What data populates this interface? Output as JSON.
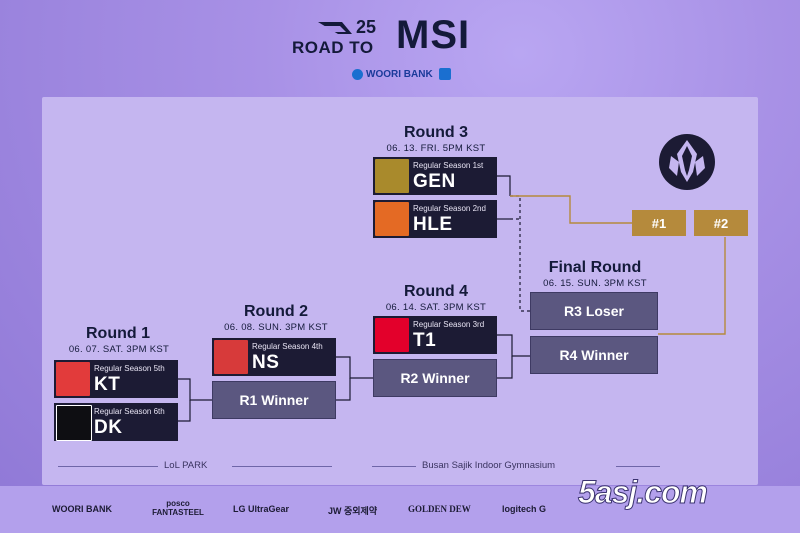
{
  "header": {
    "logo_number": "25",
    "logo_road": "ROAD TO",
    "logo_main": "MSI",
    "sponsor": "WOORI BANK"
  },
  "rounds": {
    "r1": {
      "title": "Round 1",
      "date": "06. 07. SAT. 3PM KST"
    },
    "r2": {
      "title": "Round 2",
      "date": "06. 08. SUN. 3PM KST"
    },
    "r3": {
      "title": "Round 3",
      "date": "06. 13. FRI. 5PM KST"
    },
    "r4": {
      "title": "Round 4",
      "date": "06. 14. SAT. 3PM KST"
    },
    "final": {
      "title": "Final Round",
      "date": "06. 15. SUN. 3PM KST"
    }
  },
  "teams": {
    "kt": {
      "seed": "Regular Season 5th",
      "name": "KT",
      "color": "#e23b3b"
    },
    "dk": {
      "seed": "Regular Season 6th",
      "name": "DK",
      "color": "#111111"
    },
    "ns": {
      "seed": "Regular Season 4th",
      "name": "NS",
      "color": "#d73a3a"
    },
    "gen": {
      "seed": "Regular Season 1st",
      "name": "GEN",
      "color": "#a98a2c"
    },
    "hle": {
      "seed": "Regular Season 2nd",
      "name": "HLE",
      "color": "#e46a24"
    },
    "t1": {
      "seed": "Regular Season 3rd",
      "name": "T1",
      "color": "#e3002b"
    }
  },
  "slots": {
    "r1_winner": "R1 Winner",
    "r2_winner": "R2 Winner",
    "r3_loser": "R3 Loser",
    "r4_winner": "R4 Winner",
    "seed1": "#1",
    "seed2": "#2"
  },
  "venues": {
    "left": "LoL PARK",
    "right": "Busan Sajik Indoor Gymnasium"
  },
  "sponsors": [
    "WOORI BANK",
    "posco FANTASTEEL",
    "LG UltraGear",
    "JW 중외제약",
    "GOLDEN DEW",
    "logitech G"
  ],
  "watermark": "5asj.com",
  "colors": {
    "background": "#a891e6",
    "panel": "#c5b6f0",
    "team_card": "#1c1b34",
    "slot_card": "#5b5780",
    "seed_box": "#b58a3c",
    "bracket_line": "#1c1b34",
    "gold_line": "#b58a3c"
  }
}
